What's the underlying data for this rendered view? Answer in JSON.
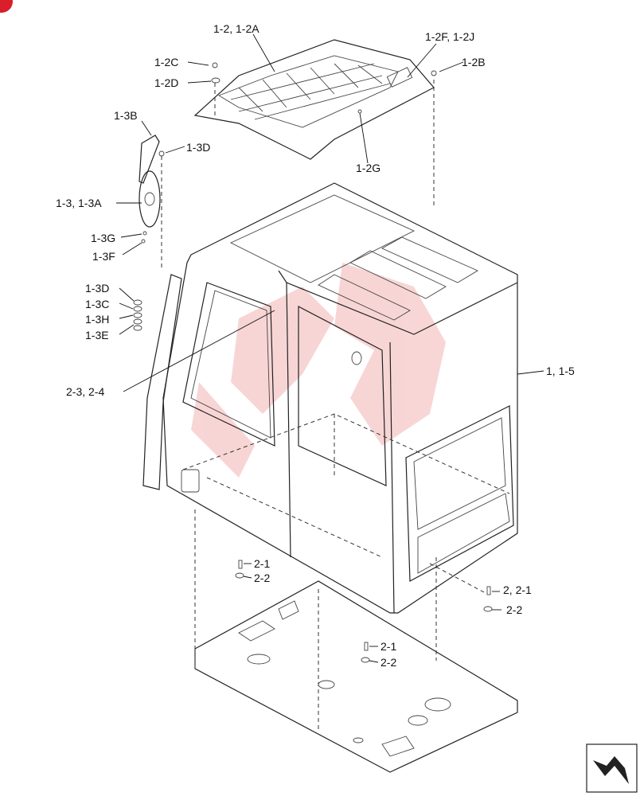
{
  "labels": {
    "top_cover": "1-2, 1-2A",
    "bolt_c": "1-2C",
    "washer_d": "1-2D",
    "cover_f": "1-2F, 1-2J",
    "bolt_b": "1-2B",
    "mirror_stay": "1-3B",
    "washer_3d_top": "1-3D",
    "mirror": "1-3, 1-3A",
    "mirror_g": "1-3G",
    "mirror_f": "1-3F",
    "cover_g": "1-2G",
    "washer_3d": "1-3D",
    "washer_3c": "1-3C",
    "washer_3h": "1-3H",
    "nut_3e": "1-3E",
    "cab": "1, 1-5",
    "glass": "2-3, 2-4",
    "bolt_21_left": "2-1",
    "washer_22_left": "2-2",
    "bolt_right": "2, 2-1",
    "washer_22_right": "2-2",
    "bolt_21_bottom": "2-1",
    "washer_22_bottom": "2-2"
  },
  "icons": {
    "corner_badge": "red-badge",
    "watermark": "red-logo-watermark",
    "nav": "arrow-navigation-icon"
  },
  "colors": {
    "line": "#222222",
    "watermark": "#f3b4b4",
    "badge": "#d81f2a"
  }
}
